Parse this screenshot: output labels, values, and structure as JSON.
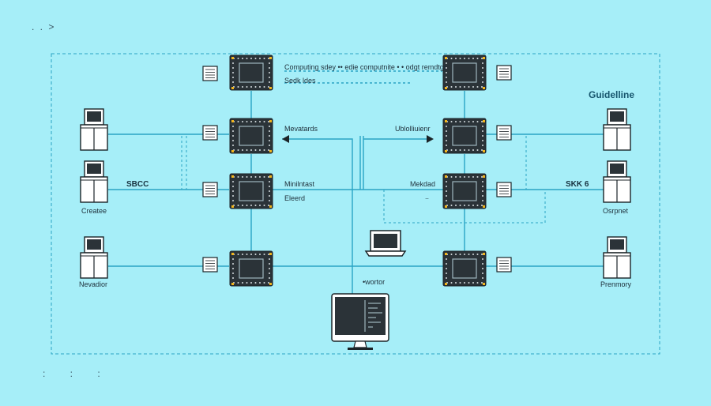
{
  "nav": {
    "breadcrumb": ". . >"
  },
  "footer": {
    "dots": ": : :"
  },
  "title": "Guidelline",
  "chip_top_note_1": "Computing sdey •• edie computnite • • odgt remdtgr",
  "chip_top_note_2": "Sedk ldes",
  "center_left_label_1": "Mevatards",
  "center_right_label_1": "Ublolliuienr",
  "center_left_label_2": "Minilntast",
  "center_left_label_3": "Eleerd",
  "center_right_label_2": "Mekdad",
  "center_right_dots": "..",
  "left_group_label": "SBCC",
  "right_group_label": "SKK 6",
  "left_devices": [
    {
      "label": ""
    },
    {
      "label": "Createe"
    },
    {
      "label": "Nevadior"
    }
  ],
  "right_devices": [
    {
      "label": ""
    },
    {
      "label": "Osrpnet"
    },
    {
      "label": "Prenmory"
    }
  ],
  "monitor_label": "•wortor",
  "colors": {
    "background": "#a6eef8",
    "line": "#2aa4c4",
    "chip": "#2b3338",
    "accent": "#f2b51c",
    "device_fill": "#ffffff",
    "stroke": "#1b2327"
  }
}
